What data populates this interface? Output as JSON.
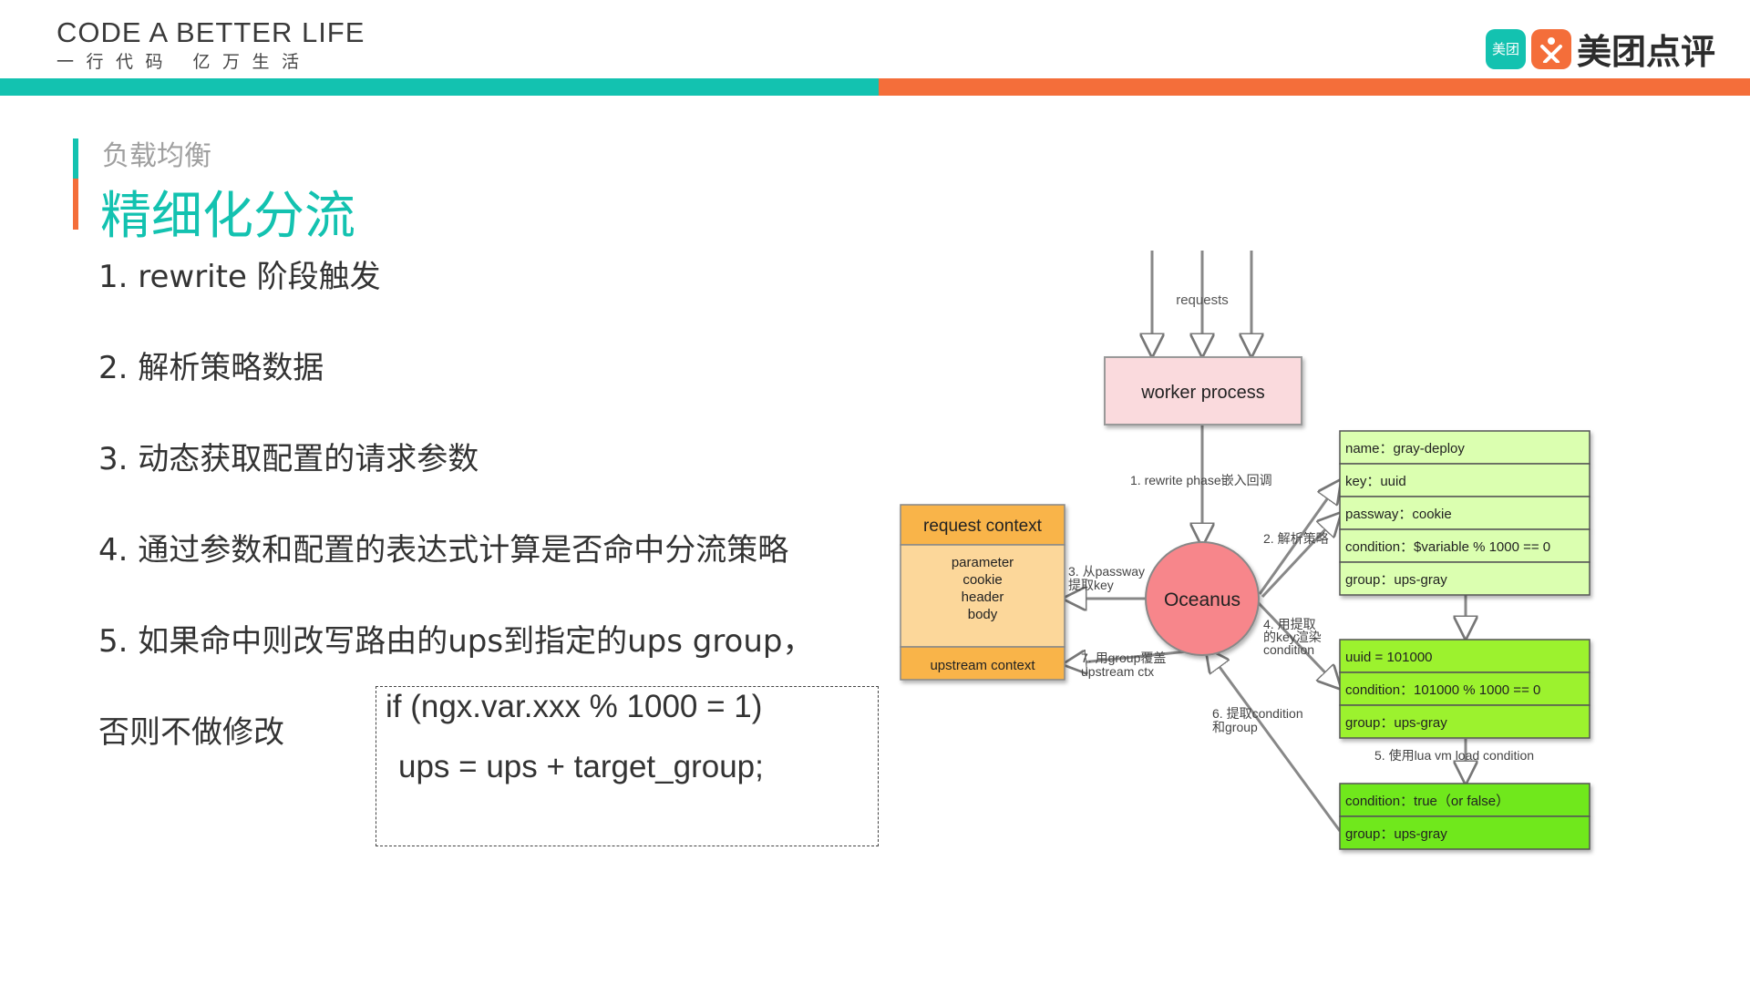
{
  "brand": {
    "slogan_en": "CODE A BETTER LIFE",
    "slogan_zh": "一行代码  亿万生活",
    "logo_mark": "美团",
    "logo_text": "美团点评"
  },
  "colors": {
    "teal": "#13c2b0",
    "orange": "#f46e3a"
  },
  "slide": {
    "subtitle": "负载均衡",
    "title": "精细化分流",
    "steps": [
      "1. rewrite 阶段触发",
      "2. 解析策略数据",
      "3. 动态获取配置的请求参数",
      "4. 通过参数和配置的表达式计算是否命中分流策略",
      "5. 如果命中则改写路由的ups到指定的ups group，",
      "否则不做修改"
    ],
    "code": [
      "if (ngx.var.xxx % 1000 = 1)",
      "ups = ups + target_group;"
    ]
  },
  "diagram": {
    "requests_label": "requests",
    "worker_label": "worker process",
    "oceanus_label": "Oceanus",
    "request_context": {
      "title": "request context",
      "items": [
        "parameter",
        "cookie",
        "header",
        "body"
      ],
      "footer": "upstream context"
    },
    "policy_box": [
      "name：gray-deploy",
      "key：uuid",
      "passway：cookie",
      "condition：$variable % 1000 == 0",
      "group：ups-gray"
    ],
    "eval_box": [
      "uuid = 101000",
      "condition：101000 % 1000 == 0",
      "group：ups-gray"
    ],
    "result_box": [
      "condition：true（or false）",
      "group：ups-gray"
    ],
    "edge_labels": {
      "e1": "1. rewrite phase嵌入回调",
      "e2": "2. 解析策略",
      "e3a": "3. 从passway",
      "e3b": "提取key",
      "e4a": "4. 用提取",
      "e4b": "的key渲染",
      "e4c": "condition",
      "e5": "5. 使用lua vm load condition",
      "e6a": "6. 提取condition",
      "e6b": "和group",
      "e7a": "7. 用group覆盖",
      "e7b": "upstream ctx"
    }
  }
}
